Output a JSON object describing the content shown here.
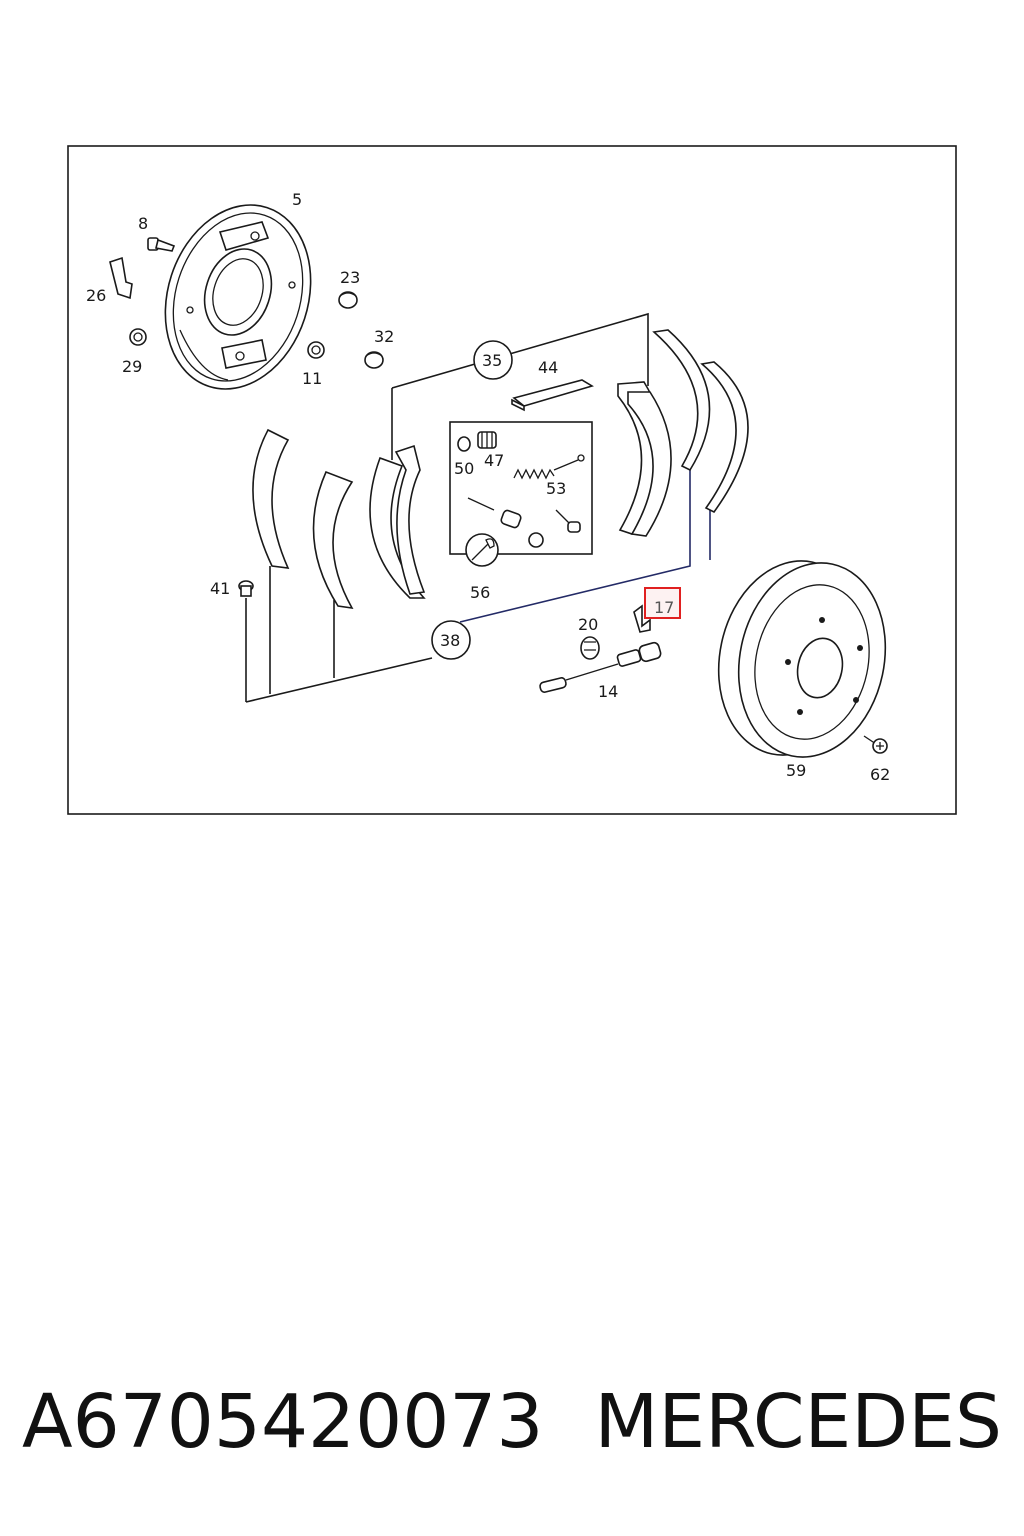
{
  "diagram": {
    "callouts": {
      "c5": "5",
      "c8": "8",
      "c26": "26",
      "c29": "29",
      "c11": "11",
      "c23": "23",
      "c32": "32",
      "c35": "35",
      "c44": "44",
      "c50": "50",
      "c47": "47",
      "c53": "53",
      "c56": "56",
      "c41": "41",
      "c38": "38",
      "c20": "20",
      "c17": "17",
      "c14": "14",
      "c59": "59",
      "c62": "62"
    },
    "highlighted_callout": "17",
    "highlight_color": "#e02020"
  },
  "footer": {
    "part_number": "A6705420073",
    "brand": "MERCEDES"
  }
}
